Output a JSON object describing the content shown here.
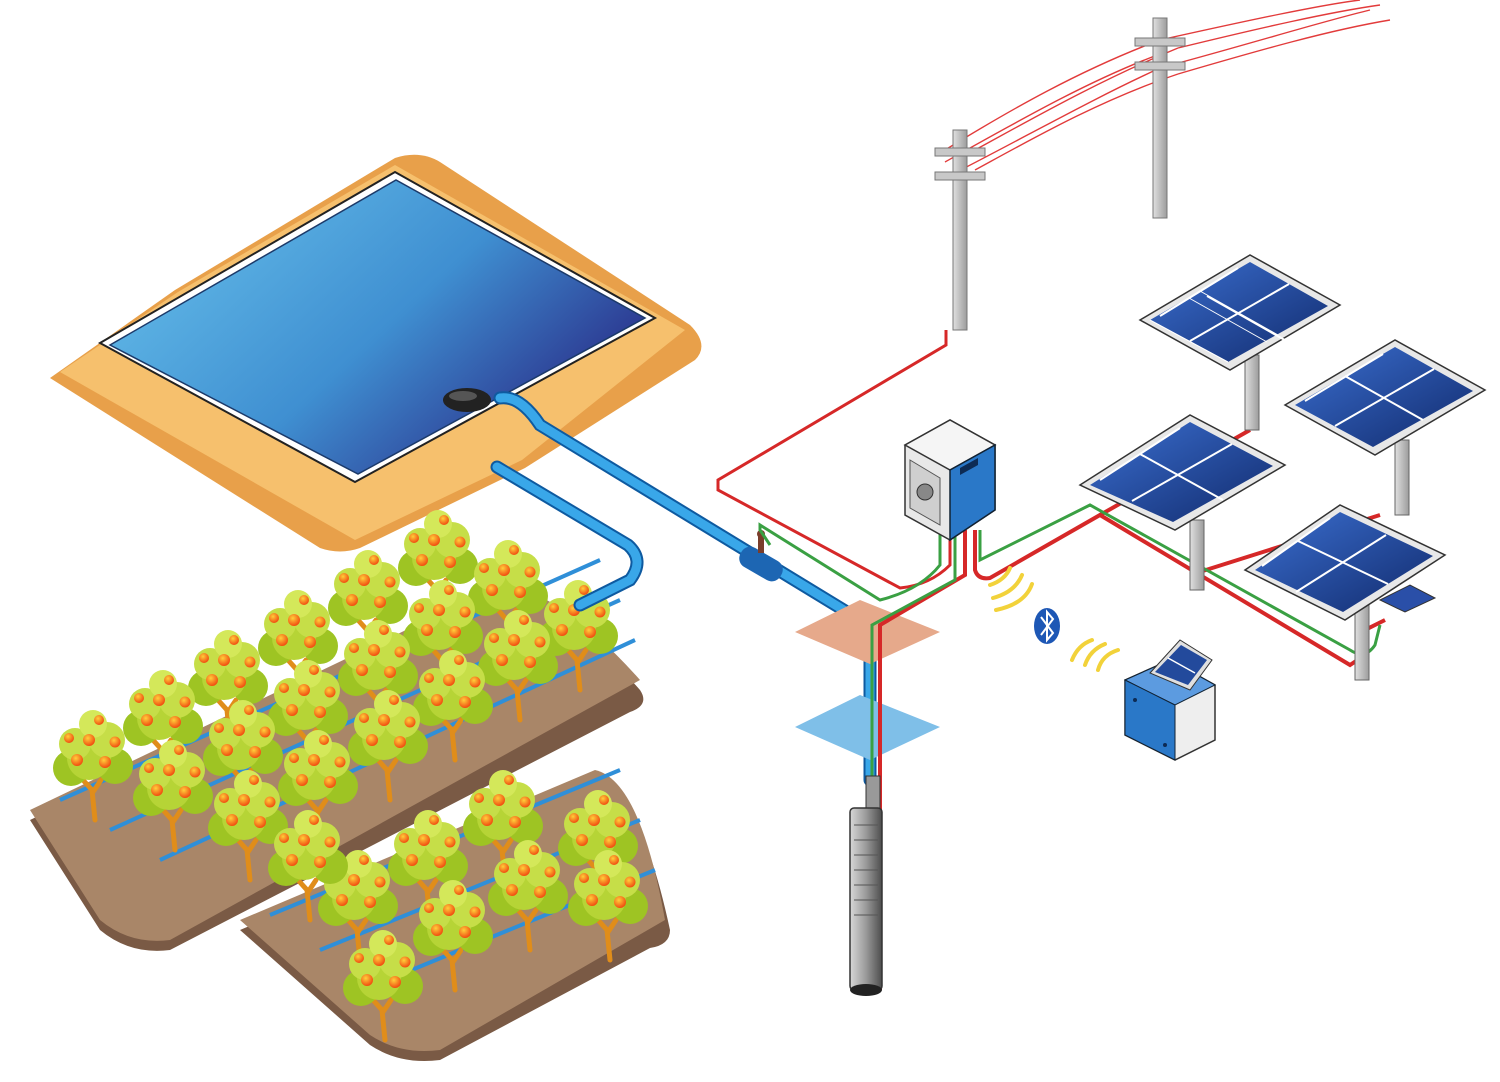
{
  "diagram": {
    "components": [
      {
        "id": "reservoir",
        "icon": "water-reservoir-icon"
      },
      {
        "id": "float-switch",
        "icon": "float-switch-icon"
      },
      {
        "id": "orchard",
        "icon": "orchard-icon"
      },
      {
        "id": "flow-meter",
        "icon": "flow-meter-icon"
      },
      {
        "id": "submersible-pump",
        "icon": "submersible-pump-icon"
      },
      {
        "id": "controller",
        "icon": "pump-controller-icon"
      },
      {
        "id": "power-poles",
        "icon": "utility-pole-icon"
      },
      {
        "id": "solar-array",
        "icon": "solar-panel-icon"
      },
      {
        "id": "remote-monitor",
        "icon": "remote-monitor-icon"
      },
      {
        "id": "wireless-link",
        "icon": "bluetooth-icon"
      }
    ],
    "colors": {
      "water": "#4aa8de",
      "pipe": "#2f8fd8",
      "earth": "#f1b35e",
      "soil": "#7a5a45",
      "power_cable": "#d62828",
      "signal_cable": "#3aa043",
      "panel": "#1f3f8f",
      "signal_waves": "#f2d23a",
      "bluetooth": "#1d57b5",
      "controller": "#2a78c8",
      "tree_foliage": "#b8d63a",
      "fruit": "#f04a12"
    }
  }
}
